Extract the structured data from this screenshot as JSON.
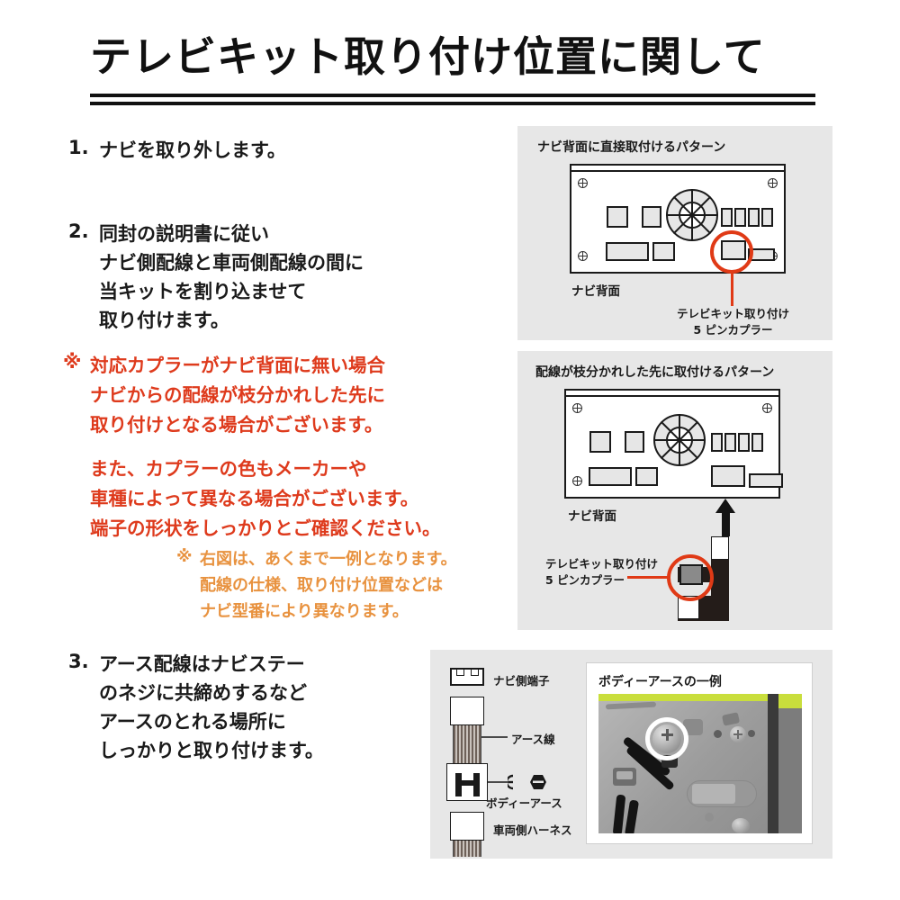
{
  "title": "テレビキット取り付け位置に関して",
  "steps": [
    {
      "num": "1.",
      "lines": [
        "ナビを取り外します。"
      ]
    },
    {
      "num": "2.",
      "lines": [
        "同封の説明書に従い",
        "ナビ側配線と車両側配線の間に",
        "当キットを割り込ませて",
        "取り付けます。"
      ]
    },
    {
      "num": "3.",
      "lines": [
        "アース配線はナビステー",
        "のネジに共締めするなど",
        "アースのとれる場所に",
        "しっかりと取り付けます。"
      ]
    }
  ],
  "warning": {
    "mark": "※",
    "lines": [
      "対応カプラーがナビ背面に無い場合",
      "ナビからの配線が枝分かれした先に",
      "取り付けとなる場合がございます。"
    ],
    "lines2": [
      "また、カプラーの色もメーカーや",
      "車種によって異なる場合がございます。",
      "端子の形状をしっかりとご確認ください。"
    ],
    "color": "#DE3A1C"
  },
  "note": {
    "mark": "※",
    "lines": [
      "右図は、あくまで一例となります。",
      "配線の仕様、取り付け位置などは",
      "ナビ型番により異なります。"
    ],
    "color": "#E8923F"
  },
  "panel1": {
    "title": "ナビ背面に直接取付けるパターン",
    "nav_label": "ナビ背面",
    "callout_line1": "テレビキット取り付け",
    "callout_line2": "5 ピンカプラー",
    "accent": "#E03A16"
  },
  "panel2": {
    "title": "配線が枝分かれした先に取付けるパターン",
    "nav_label": "ナビ背面",
    "callout_line1": "テレビキット取り付け",
    "callout_line2": "5 ピンカプラー",
    "accent": "#E03A16"
  },
  "panel3": {
    "label_nav_terminal": "ナビ側端子",
    "label_earth_wire": "アース線",
    "label_body_earth": "ボディーアース",
    "label_vehicle_harness": "車両側ハーネス",
    "photo_caption": "ボディーアースの一例"
  }
}
